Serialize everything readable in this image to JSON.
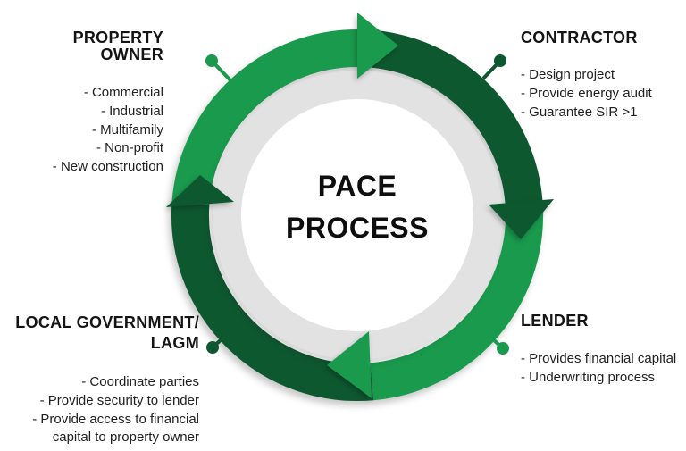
{
  "center": {
    "line1": "PACE",
    "line2": "PROCESS"
  },
  "stakeholders": {
    "property_owner": {
      "title": "PROPERTY OWNER",
      "items": [
        "- Commercial",
        "- Industrial",
        "- Multifamily",
        "- Non-profit",
        "- New construction"
      ]
    },
    "contractor": {
      "title": "CONTRACTOR",
      "items": [
        "- Design project",
        "- Provide energy audit",
        "- Guarantee SIR >1"
      ]
    },
    "local_government": {
      "title_line1": "LOCAL GOVERNMENT/",
      "title_line2": "LAGM",
      "items": [
        "- Coordinate parties",
        "- Provide security to lender",
        "- Provide access to financial capital to property owner"
      ]
    },
    "lender": {
      "title": "LENDER",
      "items": [
        "- Provides financial capital",
        "- Underwriting process"
      ]
    }
  },
  "colors": {
    "light_green": "#1A9A4D",
    "dark_green": "#0E5830",
    "ring_gray": "#E2E2E2",
    "center_white": "#FFFFFF"
  }
}
